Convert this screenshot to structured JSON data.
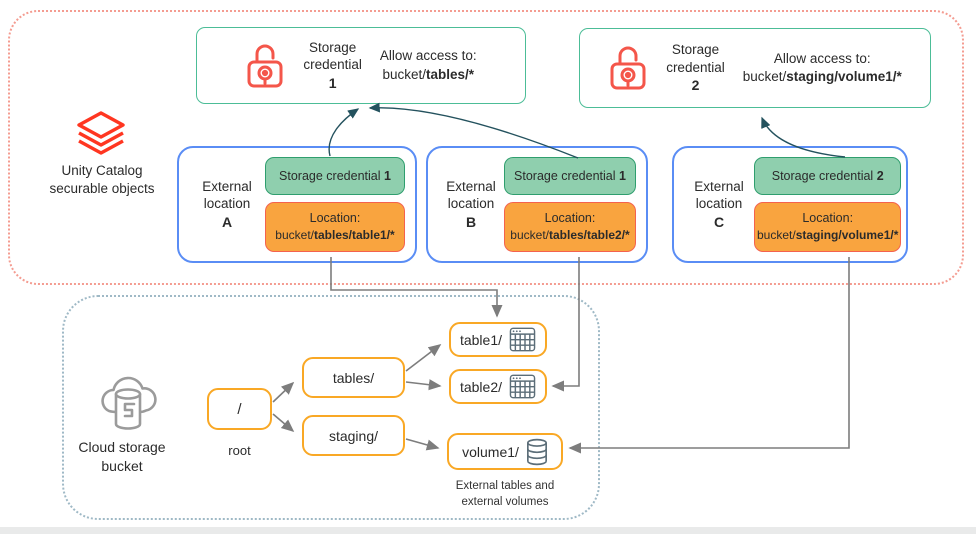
{
  "colors": {
    "uc_border": "#f49c91",
    "storage_border": "#9fb9c6",
    "credential_box_border": "#4cbd97",
    "location_box_border": "#5a8df5",
    "green_badge_fill": "#8fcfae",
    "green_badge_border": "#2f9e6e",
    "orange_badge_fill": "#f9a43f",
    "orange_badge_border": "#f4624e",
    "node_border": "#f9a825",
    "databricks_red": "#ff3621",
    "lock_red": "#f4564a",
    "gray_arrow": "#7d7d7d",
    "teal_arrow": "#24525e",
    "icon_gray": "#5b6d78"
  },
  "unity_section": {
    "label_line1": "Unity Catalog",
    "label_line2": "securable objects",
    "credentials": [
      {
        "name_line1": "Storage",
        "name_line2": "credential",
        "number": "1",
        "allow_line": "Allow access to:",
        "path_prefix": "bucket/",
        "path_bold": "tables/*"
      },
      {
        "name_line1": "Storage",
        "name_line2": "credential",
        "number": "2",
        "allow_line": "Allow access to:",
        "path_prefix": "bucket/",
        "path_bold": "staging/volume1/*"
      }
    ],
    "external_locations": [
      {
        "label_line1": "External",
        "label_line2": "location",
        "letter": "A",
        "credential_label": "Storage credential",
        "credential_number": "1",
        "location_label": "Location:",
        "location_prefix": "bucket/",
        "location_bold": "tables/table1/*"
      },
      {
        "label_line1": "External",
        "label_line2": "location",
        "letter": "B",
        "credential_label": "Storage credential",
        "credential_number": "1",
        "location_label": "Location:",
        "location_prefix": "bucket/",
        "location_bold": "tables/table2/*"
      },
      {
        "label_line1": "External",
        "label_line2": "location",
        "letter": "C",
        "credential_label": "Storage credential",
        "credential_number": "2",
        "location_label": "Location:",
        "location_prefix": "bucket/",
        "location_bold": "staging/volume1/*"
      }
    ]
  },
  "storage_section": {
    "label_line1": "Cloud storage",
    "label_line2": "bucket",
    "root_node": {
      "label": "/",
      "caption": "root"
    },
    "folder_nodes": [
      {
        "label": "tables/"
      },
      {
        "label": "staging/"
      }
    ],
    "leaf_nodes": [
      {
        "label": "table1/",
        "icon": "table-icon"
      },
      {
        "label": "table2/",
        "icon": "table-icon"
      },
      {
        "label": "volume1/",
        "icon": "volume-icon"
      }
    ],
    "caption_line1": "External tables and",
    "caption_line2": "external volumes"
  }
}
